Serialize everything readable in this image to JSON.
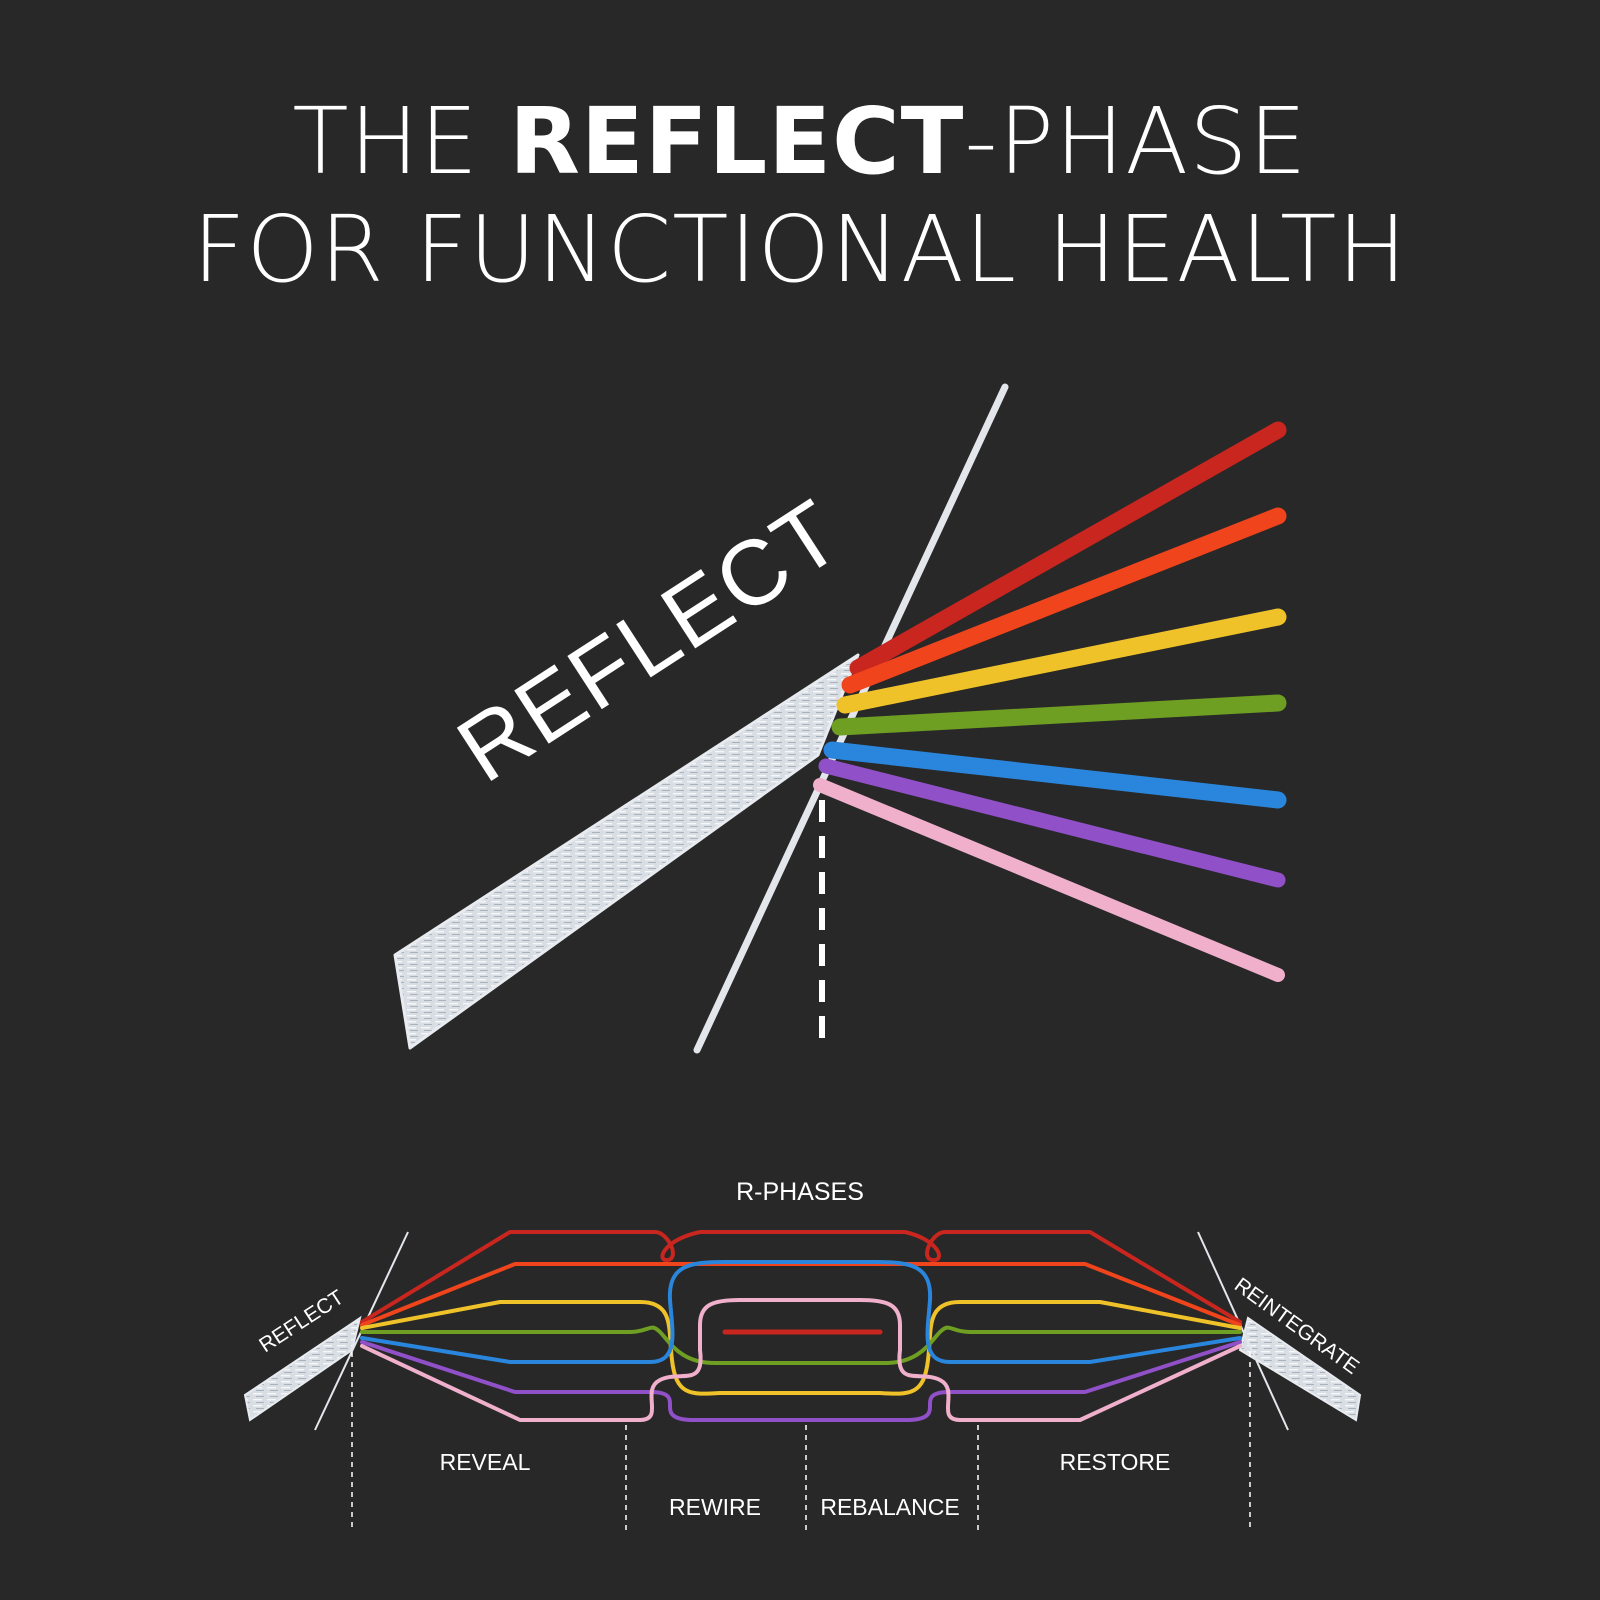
{
  "title": {
    "line1_pre": "THE ",
    "line1_bold": "REFLECT",
    "line1_post": "-PHASE",
    "line2": "FOR FUNCTIONAL HEALTH"
  },
  "prism_label": "REFLECT",
  "bottom": {
    "header": "R-PHASES",
    "left_label": "REFLECT",
    "right_label": "REINTEGRATE",
    "phases": [
      "REVEAL",
      "REWIRE",
      "REBALANCE",
      "RESTORE"
    ]
  },
  "colors": {
    "background": "#282828",
    "red": "#c8261e",
    "orange": "#f0441c",
    "yellow": "#f0c22a",
    "green": "#6e9e22",
    "blue": "#2a86dc",
    "purple": "#9050c8",
    "pink": "#f0b0cc",
    "white_beam": "#dfe3e8"
  }
}
